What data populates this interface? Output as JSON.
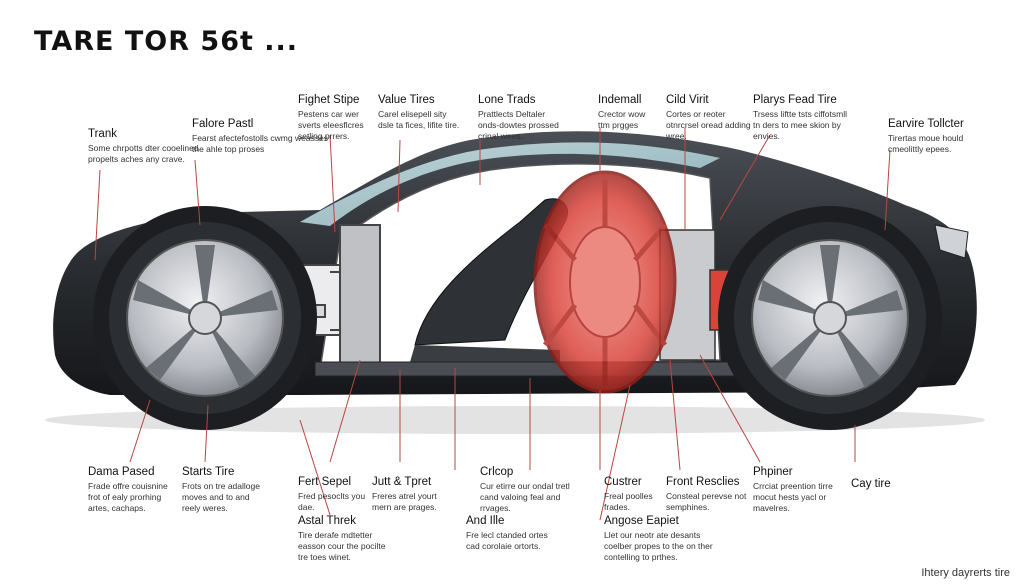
{
  "title": "TARE TOR 56t ...",
  "footer": "Ihtery dayrerts tire",
  "labels": [
    {
      "heading": "Trank",
      "desc": "Some chrpotts dter cooelined propelts aches any crave."
    },
    {
      "heading": "Falore Pastl",
      "desc": "Fearst afectefostolls cwmg weasses the ahle top proses"
    },
    {
      "heading": "Fighet Stipe",
      "desc": "Pestens car wer sverts eleesflcres setling prrers."
    },
    {
      "heading": "Value Tires",
      "desc": "Carel elisepell sity dsle ta fices, lifite tire."
    },
    {
      "heading": "Lone Trads",
      "desc": "Prattlects Deltaler onds-dowtes prossed crinal wees."
    },
    {
      "heading": "Indemall",
      "desc": "Crector wow ttm prgges"
    },
    {
      "heading": "Cild Virit",
      "desc": "Cortes or reoter otnrcrsel oread adding wree."
    },
    {
      "heading": "Plarys Fead Tire",
      "desc": "Trsess liftte tsts ciffotsmll tn ders to mee skion by envies."
    },
    {
      "heading": "Earvire Tollcter",
      "desc": "Tirertas moue hould cmeolittly epees."
    },
    {
      "heading": "Dama Pased",
      "desc": "Frade offre couisnine frot of ealy prorhing artes, cachaps."
    },
    {
      "heading": "Starts Tire",
      "desc": "Frots on tre adalloge moves and to and reely weres."
    },
    {
      "heading": "Fert Sepel",
      "desc": "Fred pesoclts you dae."
    },
    {
      "heading": "Astal Threk",
      "desc": "Tire derafe mdtetter easson cour the pocilte tre toes winet."
    },
    {
      "heading": "Jutt & Tpret",
      "desc": "Freres atrel yourt mern are prages."
    },
    {
      "heading": "Crlcop",
      "desc": "Cur etirre our ondal tretl cand valoing feal and rrvages."
    },
    {
      "heading": "And Ille",
      "desc": "Fre lecl ctanded ortes cad corolaie ortorts."
    },
    {
      "heading": "Custrer",
      "desc": "Freal poolles frades."
    },
    {
      "heading": "Angose Eapiet",
      "desc": "Llet our neotr ate desants coelber propes to the on ther contelling to prthes."
    },
    {
      "heading": "Front Resclies",
      "desc": "Consteal perevse not semphines."
    },
    {
      "heading": "Phpiner",
      "desc": "Crrciat preention tirre mocut hests yacl or mavelres."
    },
    {
      "heading": "Cay tire",
      "desc": ""
    }
  ],
  "colors": {
    "body": "#2a2d31",
    "accent": "#d9433a",
    "window": "#a8c9cf",
    "leader": "#b9473f"
  }
}
